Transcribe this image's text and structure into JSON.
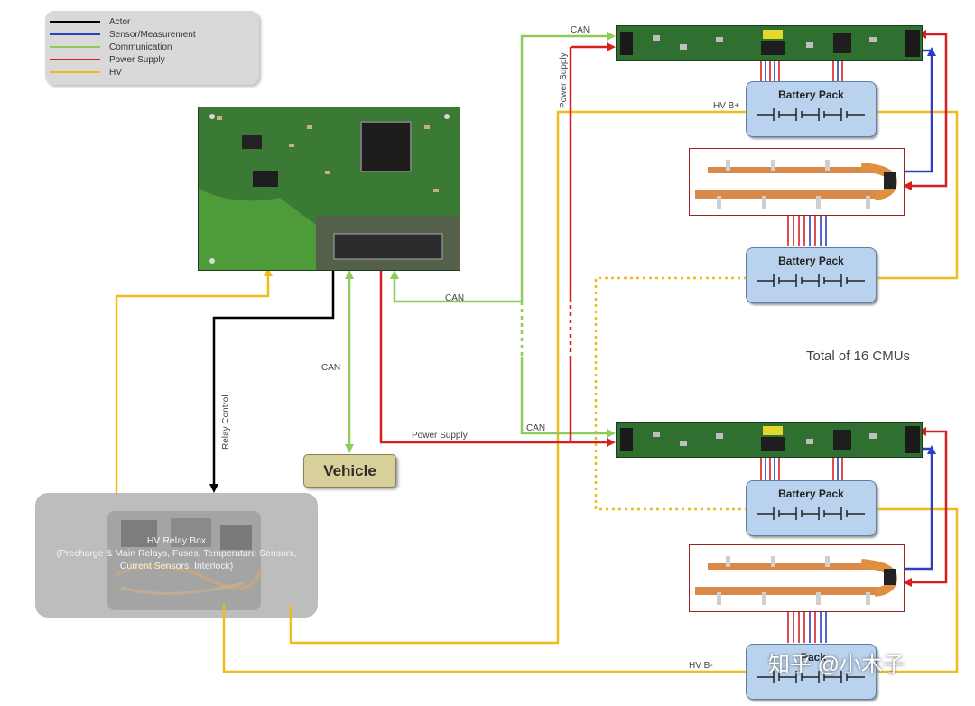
{
  "legend": {
    "items": [
      {
        "label": "Actor",
        "color": "#000000"
      },
      {
        "label": "Sensor/Measurement",
        "color": "#2b3fbf"
      },
      {
        "label": "Communication",
        "color": "#8fcb59"
      },
      {
        "label": "Power Supply",
        "color": "#d62020"
      },
      {
        "label": "HV",
        "color": "#f0bc1c"
      }
    ]
  },
  "labels": {
    "can_top": "CAN",
    "can_mid": "CAN",
    "can_vehicle": "CAN",
    "can_lower": "CAN",
    "power_supply_vertical": "Power Supply",
    "power_supply_horizontal": "Power Supply",
    "relay_control": "Relay Control",
    "hv_b_plus": "HV B+",
    "hv_b_minus": "HV B-"
  },
  "vehicle": {
    "label": "Vehicle"
  },
  "relay_box": {
    "title": "HV Relay Box",
    "description": "(Precharge & Main Relays, Fuses, Temperature Sensors, Current Sensors, Interlock)"
  },
  "battery_packs": [
    {
      "label": "Battery Pack"
    },
    {
      "label": "Battery Pack"
    },
    {
      "label": "Battery Pack"
    },
    {
      "label": "Pack"
    }
  ],
  "total_cmus": "Total of 16 CMUs",
  "watermark": "知乎 @小木子",
  "colors": {
    "actor": "#000000",
    "sensor": "#2b3fbf",
    "communication": "#8fcb59",
    "power": "#d62020",
    "hv": "#f0bc1c"
  }
}
